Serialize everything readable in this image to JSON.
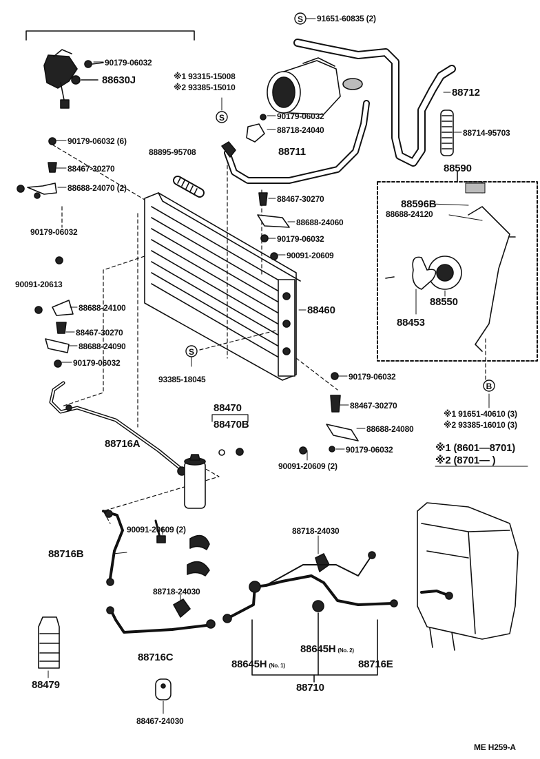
{
  "labels": {
    "p_90179_06032_a": "90179-06032",
    "p_88630j": "88630J",
    "p_93315_15008": "※1 93315-15008",
    "p_93385_15010": "※2 93385-15010",
    "p_91651_60835": "91651-60835 (2)",
    "p_88712": "88712",
    "p_90179_06032_b": "90179-06032",
    "p_88718_24040": "88718-24040",
    "p_88714_95703": "88714-95703",
    "p_90179_06032_6": "90179-06032 (6)",
    "p_88895_95708": "88895-95708",
    "p_88711": "88711",
    "p_88590": "88590",
    "p_88467_30270_a": "88467-30270",
    "p_88688_24070": "88688-24070 (2)",
    "p_88467_30270_b": "88467-30270",
    "p_88596b": "88596B",
    "p_88688_24060": "88688-24060",
    "p_88688_24120": "88688-24120",
    "p_90179_06032_c": "90179-06032",
    "p_90179_06032_d": "90179-06032",
    "p_90091_20609_a": "90091-20609",
    "p_90091_20613": "90091-20613",
    "p_88688_24100": "88688-24100",
    "p_88460": "88460",
    "p_88550": "88550",
    "p_88453": "88453",
    "p_88467_30270_c": "88467-30270",
    "p_88688_24090": "88688-24090",
    "p_90179_06032_e": "90179-06032",
    "p_93385_18045": "93385-18045",
    "p_90179_06032_f": "90179-06032",
    "p_88467_30270_d": "88467-30270",
    "p_88470": "88470",
    "p_88470b": "88470B",
    "p_88716a": "88716A",
    "p_91651_40610": "※1 91651-40610 (3)",
    "p_93385_16010": "※2 93385-16010 (3)",
    "p_88688_24080": "88688-24080",
    "p_90179_06032_g": "90179-06032",
    "p_90091_20609_2a": "90091-20609 (2)",
    "p_note1": "※1 (8601—8701)",
    "p_note2": "※2 (8701—         )",
    "p_88718_24030_a": "88718-24030",
    "p_88716b": "88716B",
    "p_90091_20609_2b": "90091-20609 (2)",
    "p_88718_24030_b": "88718-24030",
    "p_88716c": "88716C",
    "p_88645h_no2": "88645H",
    "p_no2": "(No. 2)",
    "p_88645h_no1": "88645H",
    "p_no1": "(No. 1)",
    "p_88716e": "88716E",
    "p_88479": "88479",
    "p_88710": "88710",
    "p_88467_24030": "88467-24030",
    "p_footer": "ME  H259-A"
  },
  "callouts": {
    "s_top": "S",
    "s_mid": "S",
    "s_left": "S",
    "b_right": "B"
  }
}
